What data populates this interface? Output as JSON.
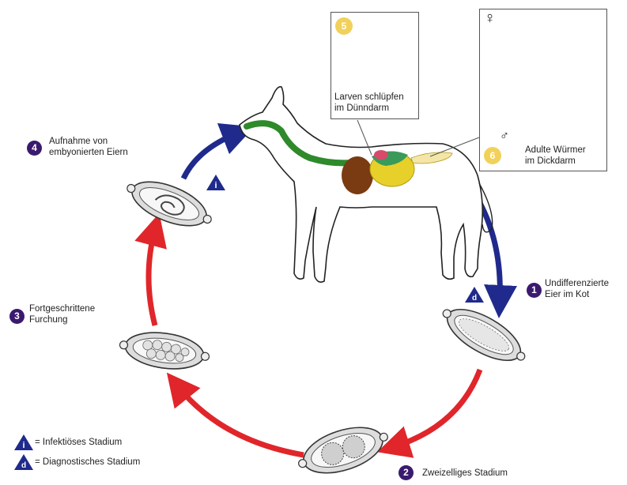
{
  "stages": [
    {
      "number": "1",
      "text": "Undifferenzierte\nEier im Kot"
    },
    {
      "number": "2",
      "text": "Zweizelliges Stadium"
    },
    {
      "number": "3",
      "text": "Fortgeschrittene\nFurchung"
    },
    {
      "number": "4",
      "text": "Aufnahme von\nembyonierten Eiern"
    },
    {
      "number": "5",
      "text": "Larven schlüpfen\nim Dünndarm"
    },
    {
      "number": "6",
      "text": "Adulte Würmer\nim Dickdarm"
    }
  ],
  "sex_symbols": {
    "female": "♀",
    "male": "♂"
  },
  "legend": [
    {
      "letter": "i",
      "text": "= Infektiöses Stadium"
    },
    {
      "letter": "d",
      "text": "= Diagnostisches Stadium"
    }
  ],
  "colors": {
    "infective_arrow": "#1f2a8c",
    "development_arrow": "#e0262a",
    "stage_badge": "#3a1a6e",
    "inset_badge": "#f1d15a",
    "esophagus": "#2f8a2c",
    "liver": "#7a3a12",
    "intestine": "#e8d02a"
  }
}
